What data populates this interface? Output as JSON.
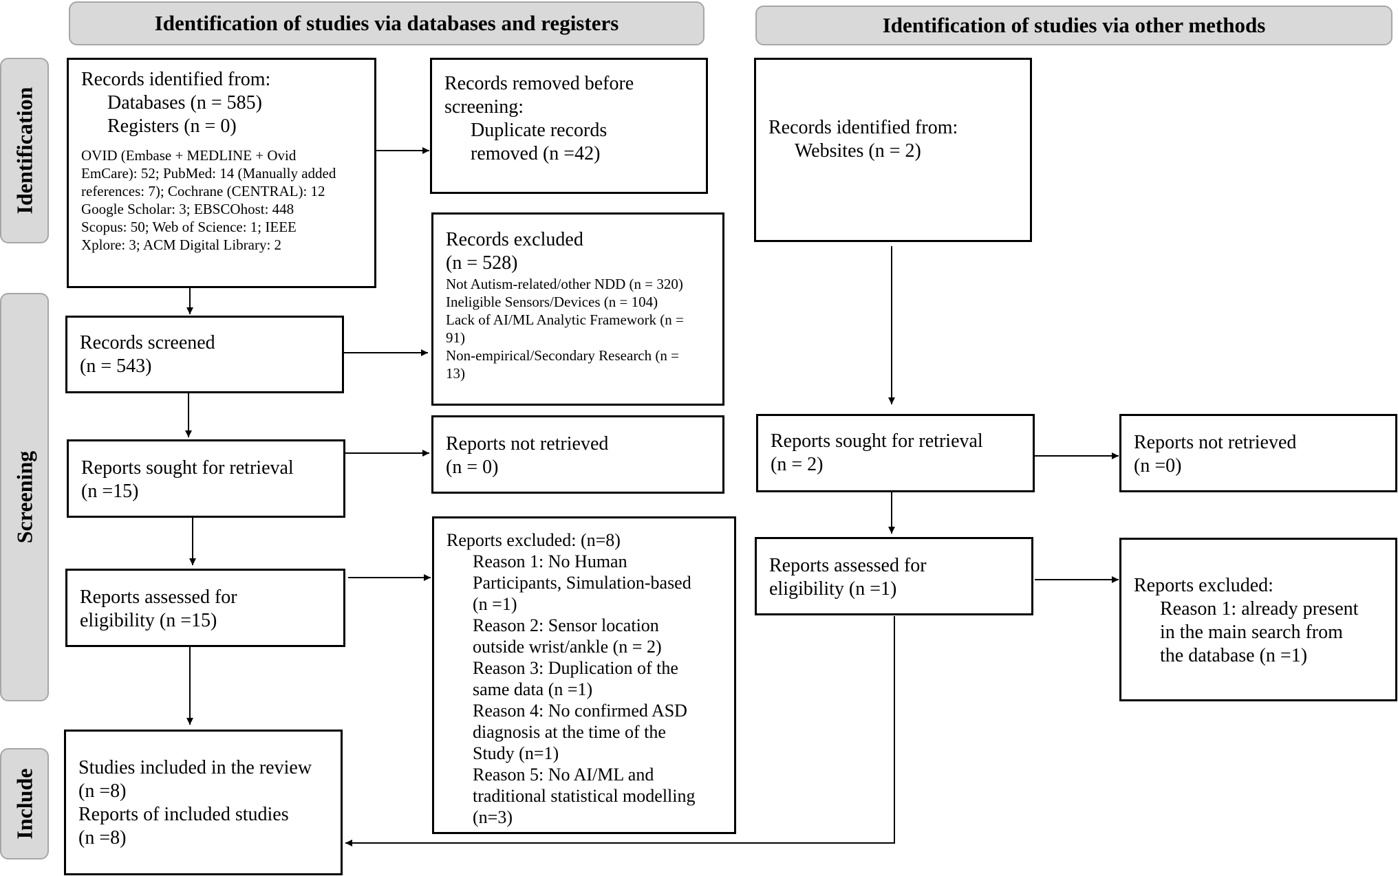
{
  "headers": {
    "databases": "Identification of studies via databases and registers",
    "other": "Identification of studies via other methods"
  },
  "stages": {
    "identification": "Identification",
    "screening": "Screening",
    "include": "Include"
  },
  "left": {
    "records_identified": {
      "title": "Records identified from:",
      "databases": "Databases (n = 585)",
      "registers": "Registers (n = 0)",
      "details": [
        "OVID (Embase + MEDLINE + Ovid",
        "EmCare): 52; PubMed: 14 (Manually added",
        "references: 7); Cochrane (CENTRAL): 12",
        "Google Scholar: 3; EBSCOhost: 448",
        "Scopus: 50; Web of Science: 1; IEEE",
        "Xplore: 3; ACM Digital Library: 2"
      ]
    },
    "records_removed": {
      "title_1": "Records removed before",
      "title_2": "screening:",
      "item_1": "Duplicate records",
      "item_2": "removed (n =42)"
    },
    "records_screened": {
      "line_1": "Records screened",
      "line_2": "(n = 543)"
    },
    "records_excluded": {
      "title": "Records excluded",
      "count": "(n = 528)",
      "reasons": [
        "Not Autism-related/other NDD (n = 320)",
        "Ineligible Sensors/Devices (n = 104)",
        "Lack of AI/ML Analytic Framework (n =",
        "91)",
        "Non-empirical/Secondary Research (n =",
        "13)"
      ]
    },
    "reports_sought": {
      "line_1": "Reports sought for retrieval",
      "line_2": "(n =15)"
    },
    "reports_not_retrieved": {
      "line_1": "Reports not retrieved",
      "line_2": "(n = 0)"
    },
    "reports_assessed": {
      "line_1": "Reports assessed for",
      "line_2": "eligibility (n =15)"
    },
    "reports_excluded": {
      "title": "Reports excluded: (n=8)",
      "lines": [
        "Reason 1: No Human",
        "Participants, Simulation-based",
        "(n =1)",
        "Reason 2: Sensor location",
        "outside wrist/ankle (n = 2)",
        "Reason 3: Duplication of the",
        "same data (n =1)",
        "Reason 4: No confirmed ASD",
        "diagnosis at the time of the",
        "Study (n=1)",
        "Reason 5: No AI/ML and",
        "traditional statistical modelling",
        "(n=3)"
      ]
    },
    "studies_included": {
      "line_1": "Studies included in the review",
      "line_2": "(n =8)",
      "line_3": "Reports of included studies",
      "line_4": "(n =8)"
    }
  },
  "right": {
    "records_identified": {
      "title": "Records identified from:",
      "websites": "Websites (n = 2)"
    },
    "reports_sought": {
      "line_1": "Reports sought for retrieval",
      "line_2": "(n = 2)"
    },
    "reports_not_retrieved": {
      "line_1": "Reports not retrieved",
      "line_2": "(n =0)"
    },
    "reports_assessed": {
      "line_1": "Reports assessed for",
      "line_2": "eligibility (n =1)"
    },
    "reports_excluded": {
      "title": "Reports excluded:",
      "lines": [
        "Reason 1: already present",
        "in the main search from",
        "the database (n =1)"
      ]
    }
  }
}
